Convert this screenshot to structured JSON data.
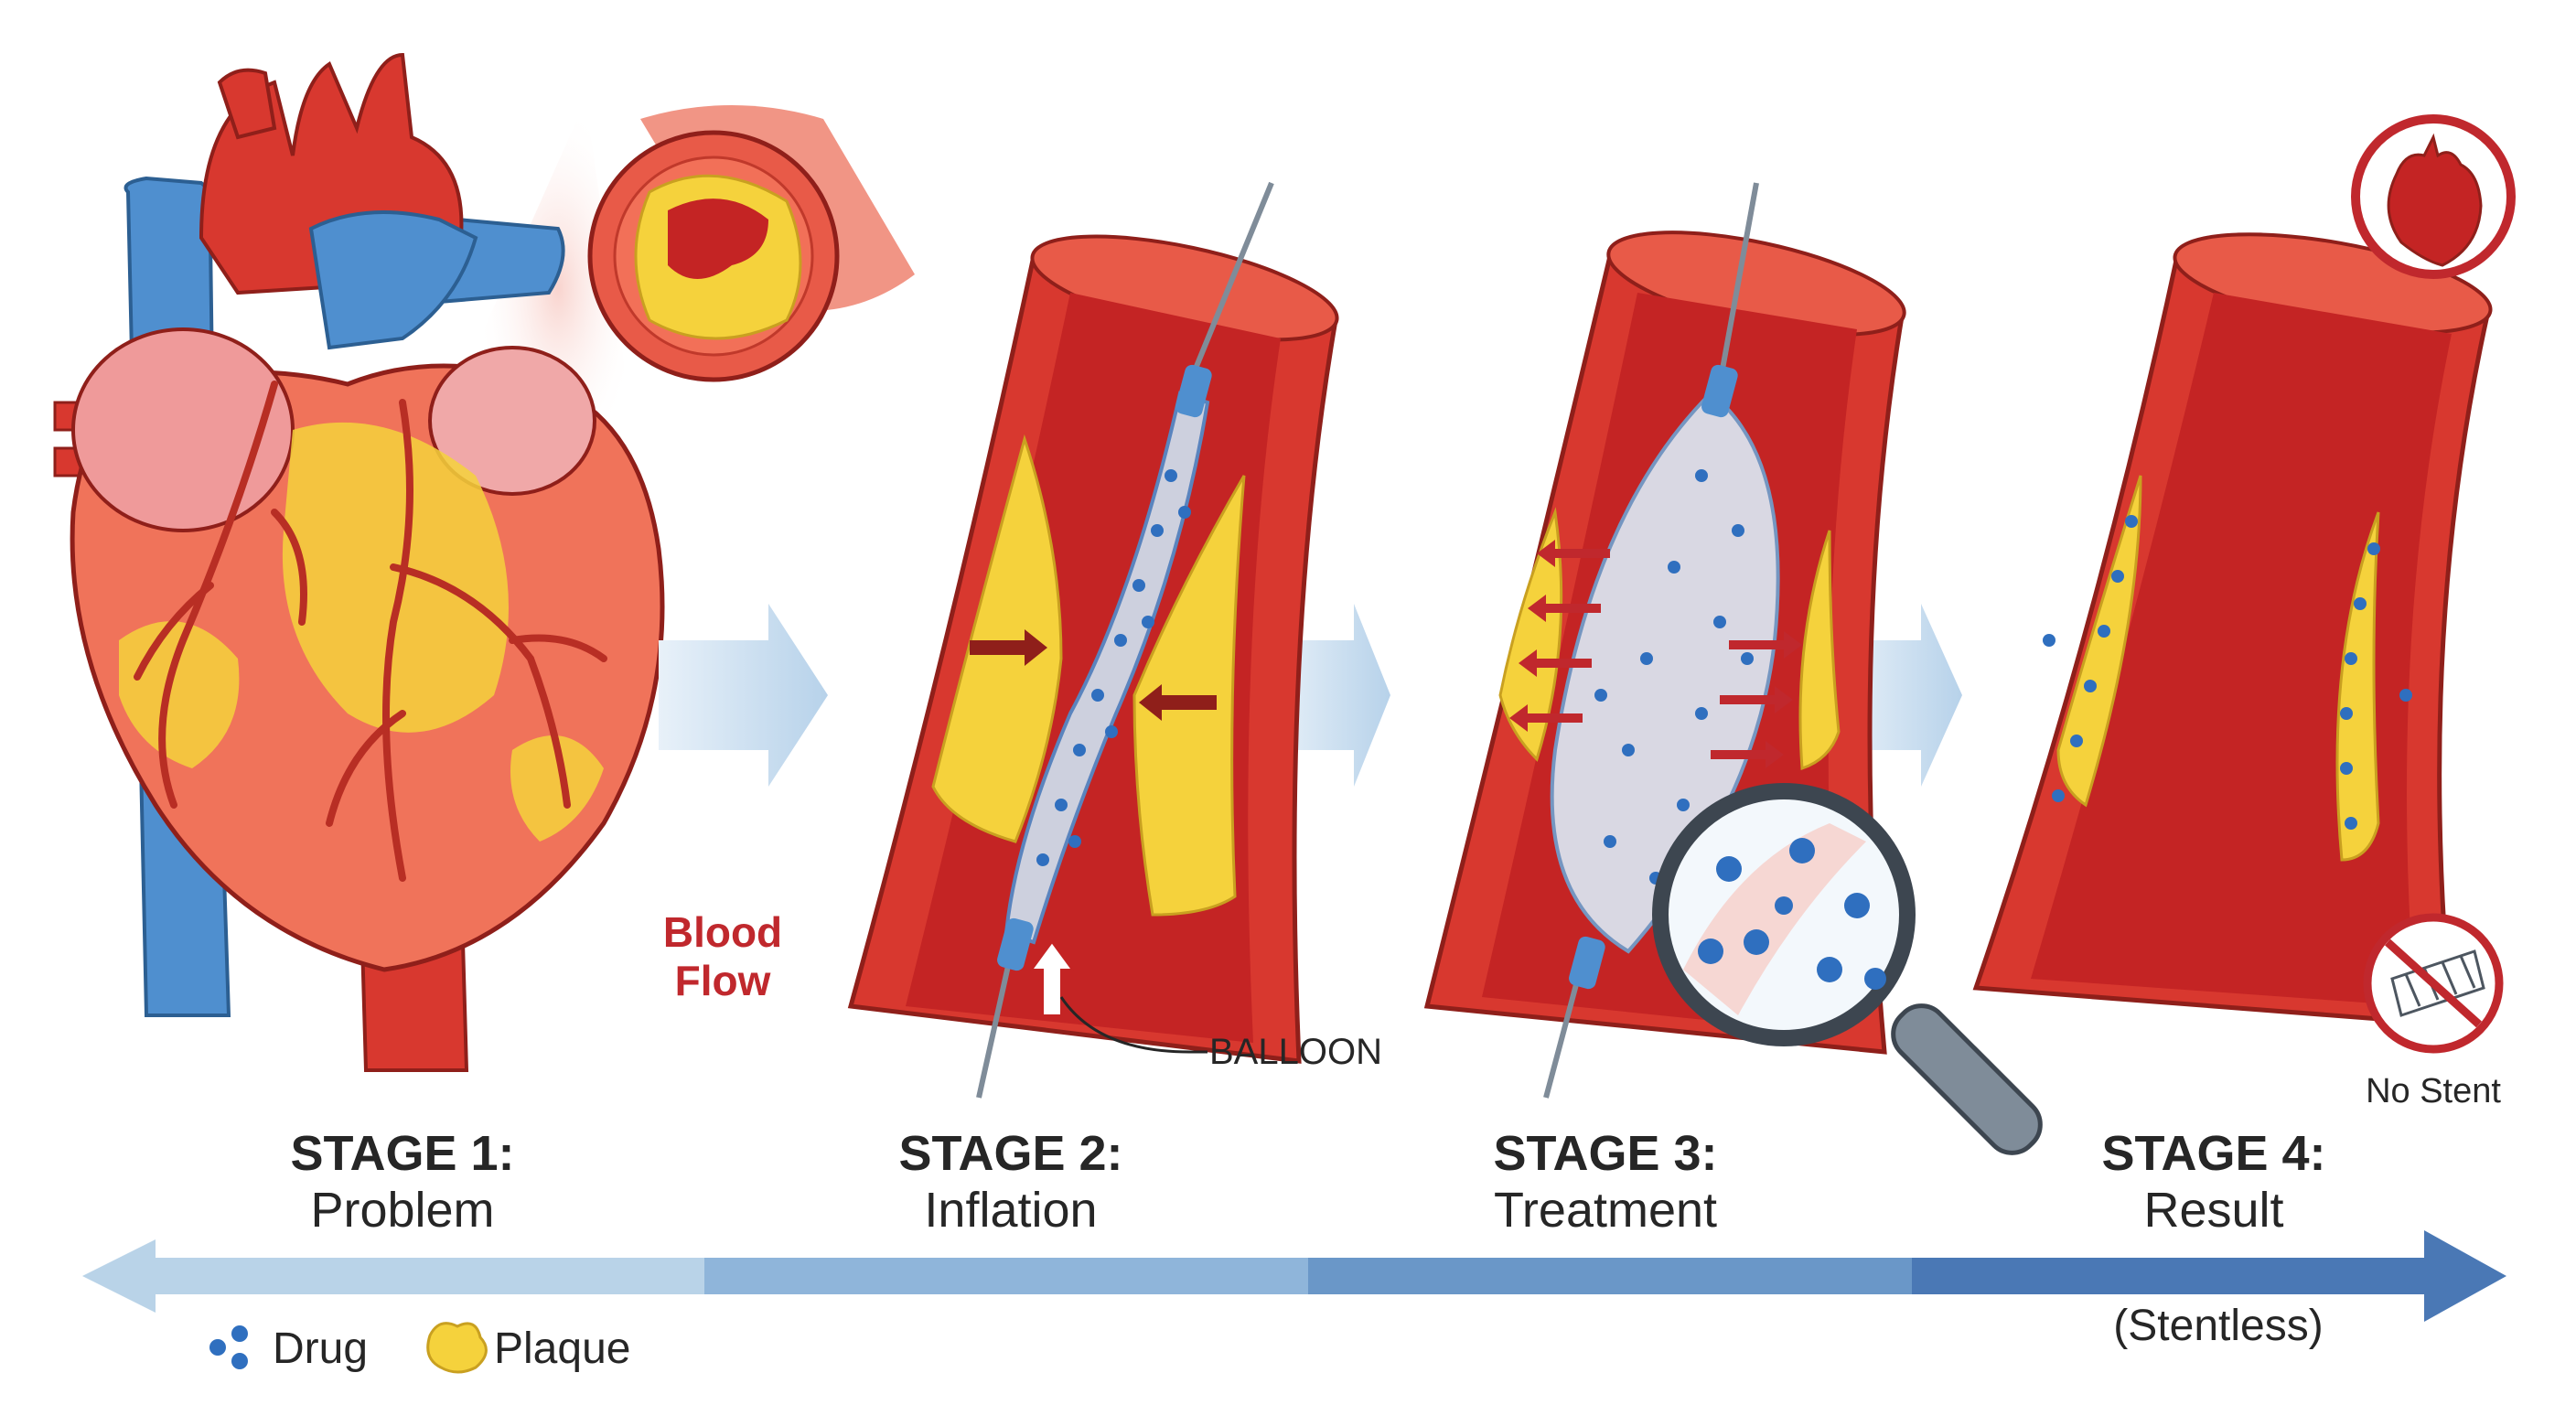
{
  "labels": {
    "blood_flow_line1": "Blood",
    "blood_flow_line2": "Flow",
    "balloon": "BALLOON",
    "no_stent": "No Stent",
    "stentless": "(Stentless)"
  },
  "stages": [
    {
      "title": "STAGE 1:",
      "subtitle": "Problem"
    },
    {
      "title": "STAGE 2:",
      "subtitle": "Inflation"
    },
    {
      "title": "STAGE 3:",
      "subtitle": "Treatment"
    },
    {
      "title": "STAGE 4:",
      "subtitle": "Result"
    }
  ],
  "legend": [
    {
      "label": "Drug",
      "icon": "drug-dots-icon"
    },
    {
      "label": "Plaque",
      "icon": "plaque-blob-icon"
    }
  ],
  "icons": [
    "heart-icon",
    "no-stent-icon",
    "magnifier-icon"
  ],
  "colors": {
    "artery_red": "#d8382f",
    "lumen_red": "#c42424",
    "plaque_yellow": "#f5d23c",
    "vein_blue": "#4f8fcf",
    "drug_blue": "#2f6fbf",
    "timeline_light": "#b9d3e8",
    "timeline_dark": "#4a78b5",
    "label_red": "#c0282d"
  }
}
